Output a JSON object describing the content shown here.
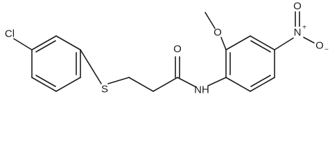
{
  "structure": {
    "atom_labels": {
      "chlorine": "Cl",
      "sulfur": "S",
      "carbonyl_oxygen": "O",
      "amide_nitrogen": "NH",
      "methoxy_oxygen": "O",
      "nitro_nitrogen": "N",
      "nitro_oxygen_top": "O",
      "nitro_oxygen_right": "O"
    },
    "charges": {
      "nitro_nitrogen": "+",
      "nitro_oxygen_right": "−"
    }
  }
}
